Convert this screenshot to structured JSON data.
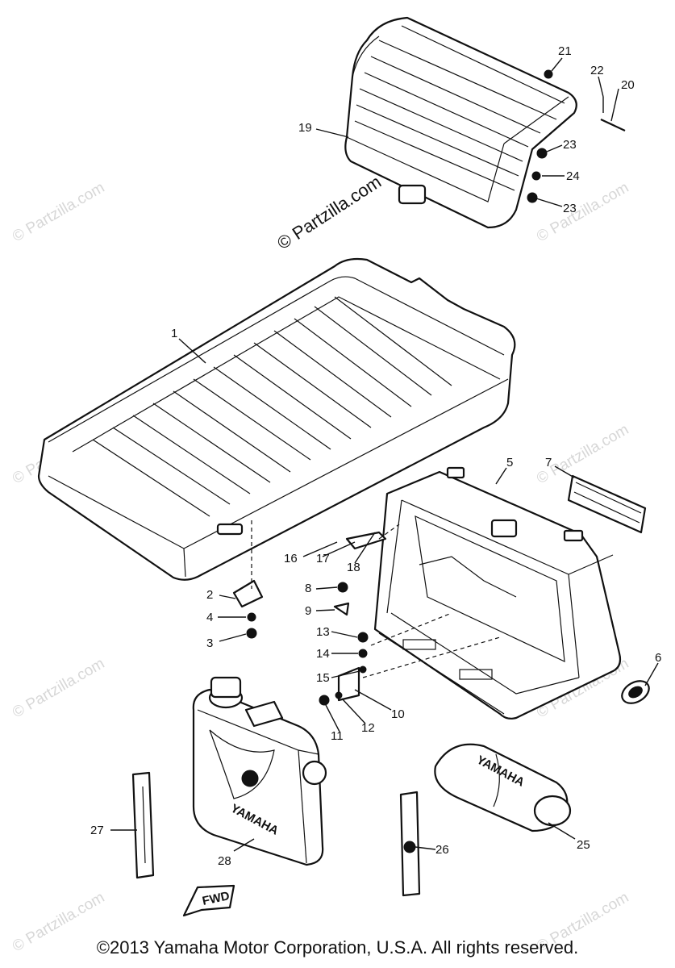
{
  "watermark": {
    "center": "© Partzilla.com",
    "repeated": "© Partzilla.com"
  },
  "copyright": "©2013 Yamaha Motor Corporation, U.S.A. All rights reserved.",
  "parts": {
    "callouts": [
      "1",
      "2",
      "3",
      "4",
      "5",
      "6",
      "7",
      "8",
      "9",
      "10",
      "11",
      "12",
      "13",
      "14",
      "15",
      "16",
      "17",
      "18",
      "19",
      "20",
      "21",
      "22",
      "23",
      "24",
      "23",
      "25",
      "26",
      "27",
      "28"
    ]
  },
  "labels": {
    "yamaha_tank": "YAMAHA",
    "yamaha_bag": "YAMAHA",
    "fwd_arrow": "FWD"
  }
}
